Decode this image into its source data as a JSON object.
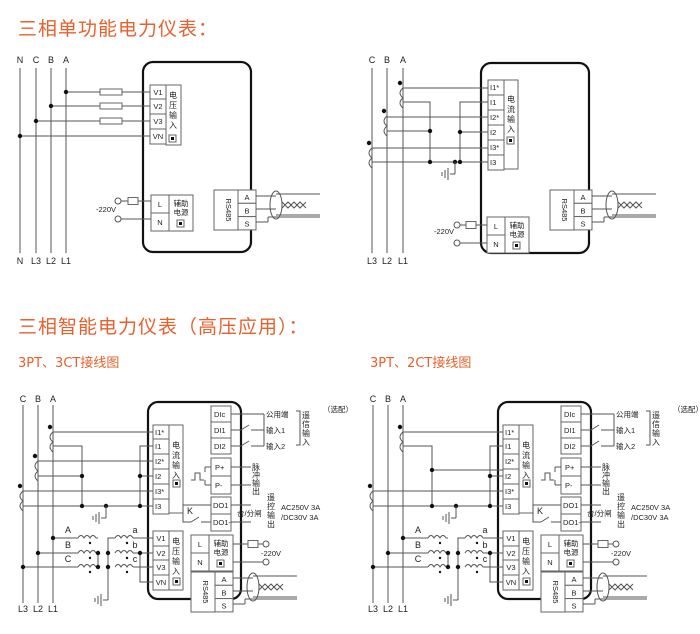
{
  "headings": {
    "single_function": "三相单功能电力仪表：",
    "smart_hv": "三相智能电力仪表（高压应用）：",
    "sub_3pt3ct": "3PT、3CT接线图",
    "sub_3pt2ct": "3PT、2CT接线图"
  },
  "diagram1": {
    "phase_top": [
      "N",
      "C",
      "B",
      "A"
    ],
    "phase_bottom": [
      "N",
      "L3",
      "L2",
      "L1"
    ],
    "voltage_terminals": [
      "V1",
      "V2",
      "V3",
      "VN"
    ],
    "voltage_label": [
      "电",
      "压",
      "输",
      "入"
    ],
    "power_terminals": [
      "L",
      "N"
    ],
    "power_label": [
      "辅助",
      "电源"
    ],
    "supply": "-220V",
    "rs485_label": "RS485",
    "rs485_terminals": [
      "A",
      "B",
      "S"
    ]
  },
  "diagram2": {
    "phase_top": [
      "C",
      "B",
      "A"
    ],
    "phase_bottom": [
      "L3",
      "L2",
      "L1"
    ],
    "current_terminals": [
      "I1*",
      "I1",
      "I2*",
      "I2",
      "I3*",
      "I3"
    ],
    "current_label": [
      "电",
      "流",
      "输",
      "入"
    ],
    "power_terminals": [
      "L",
      "N"
    ],
    "power_label": [
      "辅助",
      "电源"
    ],
    "supply": "-220V",
    "rs485_label": "RS485",
    "rs485_terminals": [
      "A",
      "B",
      "S"
    ]
  },
  "diagram3": {
    "phase_top": [
      "C",
      "B",
      "A"
    ],
    "phase_bottom": [
      "L3",
      "L2",
      "L1"
    ],
    "current_terminals": [
      "I1*",
      "I1",
      "I2*",
      "I2",
      "I3*",
      "I3"
    ],
    "current_label": [
      "电",
      "流",
      "输",
      "入"
    ],
    "voltage_terminals": [
      "V1",
      "V2",
      "V3",
      "VN"
    ],
    "voltage_label": [
      "电",
      "压",
      "输",
      "入"
    ],
    "pt_primary": [
      "A",
      "B",
      "C"
    ],
    "pt_secondary": [
      "a",
      "b",
      "c"
    ],
    "di_terminals": [
      "DIc",
      "DI1",
      "DI2"
    ],
    "di_labels": [
      "公用端",
      "输入1",
      "输入2"
    ],
    "di_group": [
      "遥",
      "信",
      "输",
      "入"
    ],
    "optional": "（选配）",
    "pulse_terminals": [
      "P+",
      "P-"
    ],
    "pulse_label": [
      "脉",
      "冲",
      "输",
      "出"
    ],
    "do_terminals": [
      "DO1",
      "DO1-"
    ],
    "relay": "K",
    "do_action": "合/分闸",
    "do_group": [
      "遥",
      "控",
      "输",
      "出"
    ],
    "do_rating": [
      "AC250V 3A",
      "/DC30V 3A"
    ],
    "power_terminals": [
      "L",
      "N"
    ],
    "power_label": [
      "辅助",
      "电源"
    ],
    "supply": "-220V",
    "rs485_label": "RS485",
    "rs485_terminals": [
      "A",
      "B",
      "S"
    ]
  },
  "diagram4": {
    "phase_top": [
      "C",
      "B",
      "A"
    ],
    "phase_bottom": [
      "L3",
      "L2",
      "L1"
    ],
    "current_terminals": [
      "I1*",
      "I1",
      "I2*",
      "I2",
      "I3*",
      "I3"
    ],
    "current_label": [
      "电",
      "流",
      "输",
      "入"
    ],
    "voltage_terminals": [
      "V1",
      "V2",
      "V3",
      "VN"
    ],
    "voltage_label": [
      "电",
      "压",
      "输",
      "入"
    ],
    "pt_primary": [
      "A",
      "B",
      "C"
    ],
    "pt_secondary": [
      "a",
      "b",
      "c"
    ],
    "di_terminals": [
      "DIc",
      "DI1",
      "DI2"
    ],
    "di_labels": [
      "公用端",
      "输入1",
      "输入2"
    ],
    "di_group": [
      "遥",
      "信",
      "输",
      "入"
    ],
    "optional": "（选配）",
    "pulse_terminals": [
      "P+",
      "P-"
    ],
    "pulse_label": [
      "脉",
      "冲",
      "输",
      "出"
    ],
    "do_terminals": [
      "DO1",
      "DO1-"
    ],
    "relay": "K",
    "do_action": "合/分闸",
    "do_group": [
      "遥",
      "控",
      "输",
      "出"
    ],
    "do_rating": [
      "AC250V 3A",
      "/DC30V 3A"
    ],
    "power_terminals": [
      "L",
      "N"
    ],
    "power_label": [
      "辅助",
      "电源"
    ],
    "supply": "-220V",
    "rs485_label": "RS485",
    "rs485_terminals": [
      "A",
      "B",
      "S"
    ]
  }
}
